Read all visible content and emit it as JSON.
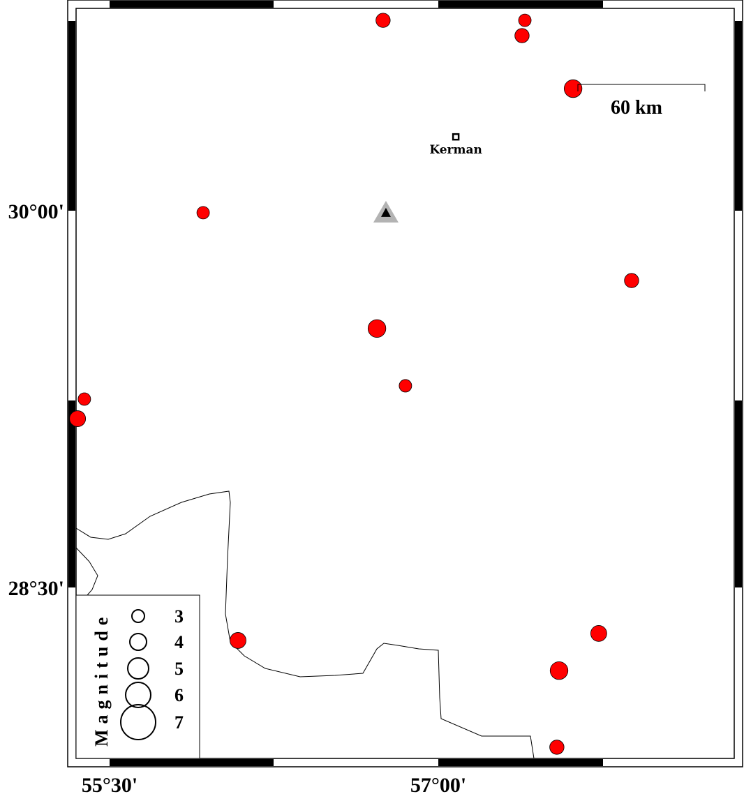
{
  "map": {
    "lon_range": [
      55.35,
      58.35
    ],
    "lat_range": [
      27.82,
      30.81
    ],
    "x_ticks": [
      {
        "lon": 55.5,
        "label": "55°30'"
      },
      {
        "lon": 57.0,
        "label": "57°00'"
      }
    ],
    "y_ticks": [
      {
        "lat": 30.0,
        "label": "30°00'"
      },
      {
        "lat": 28.5,
        "label": "28°30'"
      }
    ],
    "event_color": "#ff0000",
    "events": [
      {
        "lon": 56.748,
        "lat": 30.758,
        "mag": 3.5
      },
      {
        "lon": 57.395,
        "lat": 30.758,
        "mag": 3.0
      },
      {
        "lon": 57.382,
        "lat": 30.697,
        "mag": 3.5
      },
      {
        "lon": 57.615,
        "lat": 30.486,
        "mag": 4.5
      },
      {
        "lon": 55.927,
        "lat": 29.992,
        "mag": 3.0
      },
      {
        "lon": 57.882,
        "lat": 29.722,
        "mag": 3.5
      },
      {
        "lon": 56.72,
        "lat": 29.531,
        "mag": 4.5
      },
      {
        "lon": 56.85,
        "lat": 29.303,
        "mag": 3.0
      },
      {
        "lon": 55.385,
        "lat": 29.25,
        "mag": 3.0
      },
      {
        "lon": 55.354,
        "lat": 29.172,
        "mag": 4.0
      },
      {
        "lon": 56.086,
        "lat": 28.289,
        "mag": 4.0
      },
      {
        "lon": 57.732,
        "lat": 28.317,
        "mag": 4.0
      },
      {
        "lon": 57.551,
        "lat": 28.169,
        "mag": 4.5
      },
      {
        "lon": 57.541,
        "lat": 27.864,
        "mag": 3.5
      }
    ],
    "city": {
      "name": "Kerman",
      "lon": 57.08,
      "lat": 30.294
    },
    "station": {
      "lon": 56.761,
      "lat": 29.992
    },
    "scale_bar": {
      "label": "60 km"
    },
    "legend": {
      "title": "Magnitude",
      "magnitudes": [
        3,
        4,
        5,
        6,
        7
      ]
    }
  }
}
